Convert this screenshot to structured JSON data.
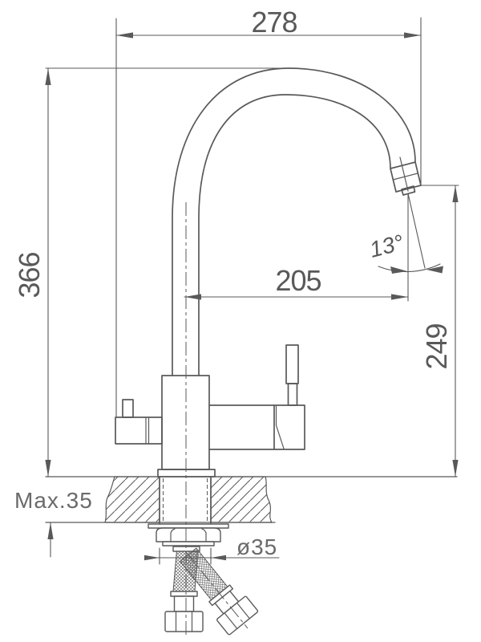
{
  "page": {
    "background": "#ffffff",
    "line_color": "#595959"
  },
  "drawing": {
    "kind": "kitchen-faucet-installation-dimension-drawing",
    "labels": {
      "width_total": "278",
      "height_total": "366",
      "spout_reach": "205",
      "outlet_height": "249",
      "outlet_angle": "13°",
      "deck_thickness": "Max.35",
      "hole_diameter": "ø35"
    }
  }
}
